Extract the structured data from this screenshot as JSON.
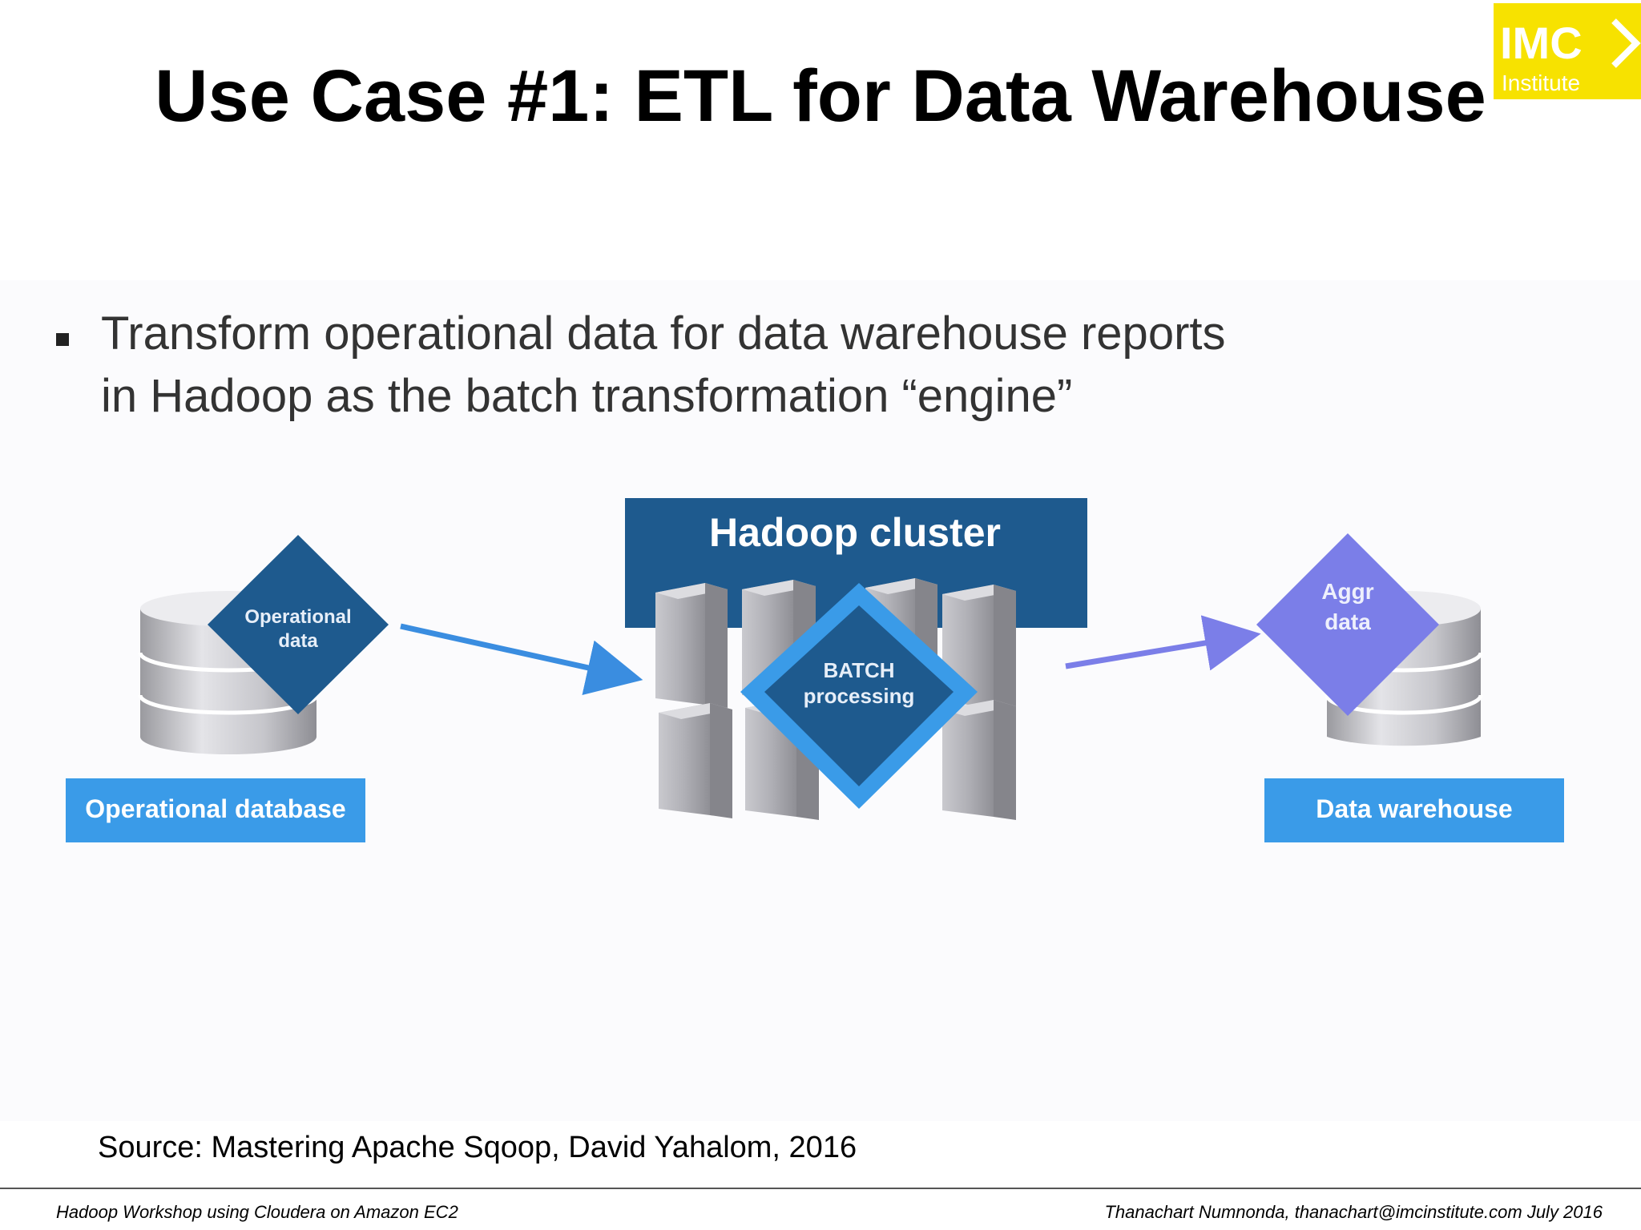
{
  "slide": {
    "title": "Use Case #1: ETL for Data Warehouse",
    "logo": {
      "main": "IMC",
      "sub": "Institute"
    },
    "bullet": {
      "line1": "Transform operational data for data warehouse reports",
      "line2": "in Hadoop as the batch transformation “engine”"
    }
  },
  "diagram": {
    "source_db": {
      "diamond_line1": "Operational",
      "diamond_line2": "data",
      "label": "Operational database"
    },
    "cluster": {
      "header": "Hadoop cluster",
      "diamond_line1": "BATCH",
      "diamond_line2": "processing"
    },
    "target_db": {
      "diamond_line1": "Aggr",
      "diamond_line2": "data",
      "label": "Data warehouse"
    },
    "colors": {
      "dark_blue": "#1e5a8e",
      "light_blue": "#3a9be8",
      "arrow_blue": "#3a8de0",
      "violet": "#7b7ee8",
      "server_gray": "#a8a8ad"
    }
  },
  "source_note": "Source: Mastering Apache Sqoop, David Yahalom, 2016",
  "footer": {
    "left": "Hadoop Workshop using Cloudera on Amazon EC2",
    "right": "Thanachart Numnonda,  thanachart@imcinstitute.com  July 2016"
  }
}
